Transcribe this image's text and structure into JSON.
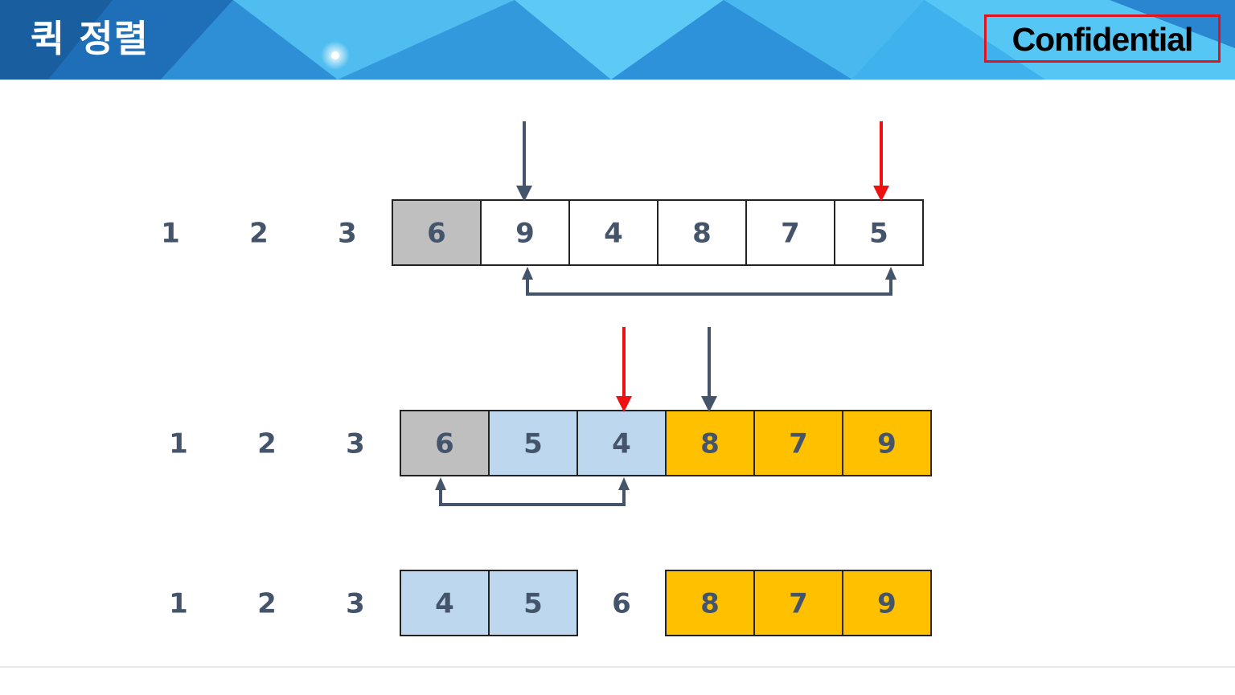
{
  "header": {
    "title": "퀵 정렬",
    "badge": "Confidential"
  },
  "colors": {
    "pivot": "#bfbfbf",
    "left_partition": "#bdd7ee",
    "right_partition": "#ffc000",
    "unsorted": "#ffffff",
    "arrow_dark": "#44546a",
    "arrow_red": "#ee1111",
    "text": "#44546a"
  },
  "rows": [
    {
      "sorted_prefix": [
        "1",
        "2",
        "3"
      ],
      "cells": [
        {
          "value": "6",
          "role": "pivot"
        },
        {
          "value": "9",
          "role": "unsorted"
        },
        {
          "value": "4",
          "role": "unsorted"
        },
        {
          "value": "8",
          "role": "unsorted"
        },
        {
          "value": "7",
          "role": "unsorted"
        },
        {
          "value": "5",
          "role": "unsorted"
        }
      ],
      "dark_pointer_cell": 1,
      "red_pointer_cell": 5,
      "swap_between": [
        1,
        5
      ]
    },
    {
      "sorted_prefix": [
        "1",
        "2",
        "3"
      ],
      "cells": [
        {
          "value": "6",
          "role": "pivot"
        },
        {
          "value": "5",
          "role": "left_partition"
        },
        {
          "value": "4",
          "role": "left_partition"
        },
        {
          "value": "8",
          "role": "right_partition"
        },
        {
          "value": "7",
          "role": "right_partition"
        },
        {
          "value": "9",
          "role": "right_partition"
        }
      ],
      "dark_pointer_cell": 3,
      "red_pointer_cell": 2,
      "swap_between": [
        0,
        2
      ]
    },
    {
      "sorted_prefix": [
        "1",
        "2",
        "3"
      ],
      "left_group": [
        "4",
        "5"
      ],
      "pivot_value": "6",
      "right_group": [
        "8",
        "7",
        "9"
      ]
    }
  ]
}
